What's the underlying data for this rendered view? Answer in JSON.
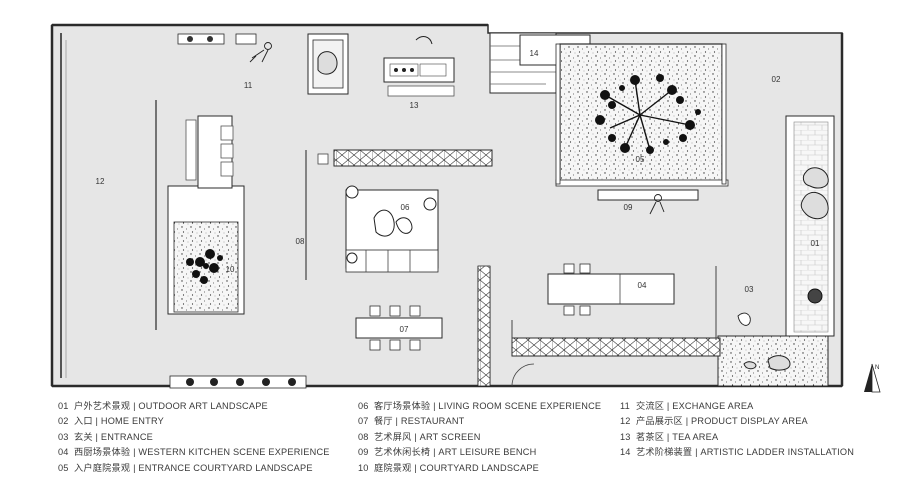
{
  "zones": [
    {
      "id": "01",
      "label": "户外艺术景观 | OUTDOOR ART LANDSCAPE"
    },
    {
      "id": "02",
      "label": "入口 | HOME ENTRY"
    },
    {
      "id": "03",
      "label": "玄关 | ENTRANCE"
    },
    {
      "id": "04",
      "label": "西厨场景体验 | WESTERN KITCHEN SCENE EXPERIENCE"
    },
    {
      "id": "05",
      "label": "入户庭院景观 | ENTRANCE COURTYARD LANDSCAPE"
    },
    {
      "id": "06",
      "label": "客厅场景体验 | LIVING ROOM SCENE EXPERIENCE"
    },
    {
      "id": "07",
      "label": "餐厅 | RESTAURANT"
    },
    {
      "id": "08",
      "label": "艺术屏风 | ART SCREEN"
    },
    {
      "id": "09",
      "label": "艺术休闲长椅 | ART LEISURE BENCH"
    },
    {
      "id": "10",
      "label": "庭院景观 | COURTYARD LANDSCAPE"
    },
    {
      "id": "11",
      "label": "交流区 | EXCHANGE AREA"
    },
    {
      "id": "12",
      "label": "产品展示区 | PRODUCT DISPLAY AREA"
    },
    {
      "id": "13",
      "label": "茗茶区 | TEA AREA"
    },
    {
      "id": "14",
      "label": "艺术阶梯装置 | ARTISTIC LADDER INSTALLATION"
    }
  ],
  "compass_label": "N",
  "colors": {
    "floor": "#e6e6e6",
    "wall": "#2b2b2b",
    "planting": "#f4f4f4",
    "furniture": "#ffffff"
  }
}
